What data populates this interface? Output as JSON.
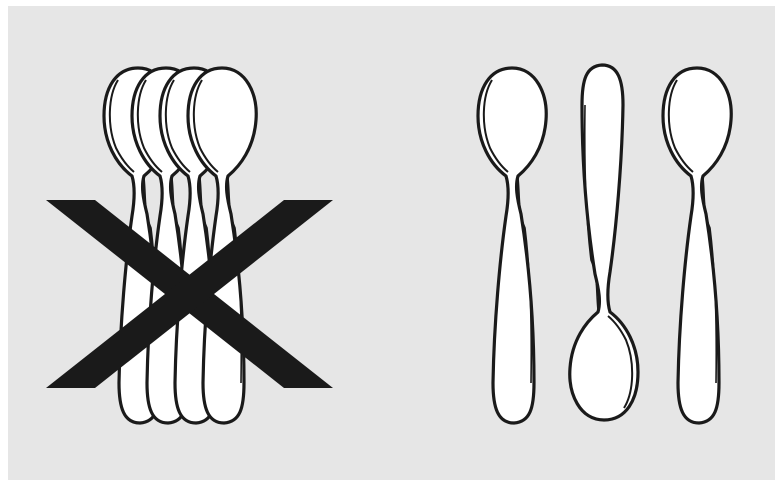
{
  "diagram": {
    "panels": [
      {
        "id": "incorrect",
        "arrangement": "nested",
        "spoon_count": 4,
        "marked_wrong": true
      },
      {
        "id": "correct",
        "arrangement": "alternating",
        "spoon_count": 3,
        "marked_wrong": false
      }
    ],
    "icons": {
      "wrong_mark": "x-mark-icon",
      "item": "spoon-icon"
    },
    "colors": {
      "background": "#e6e6e6",
      "spoon_fill": "#ffffff",
      "outline": "#1a1a1a",
      "x_mark": "#1a1a1a"
    }
  }
}
